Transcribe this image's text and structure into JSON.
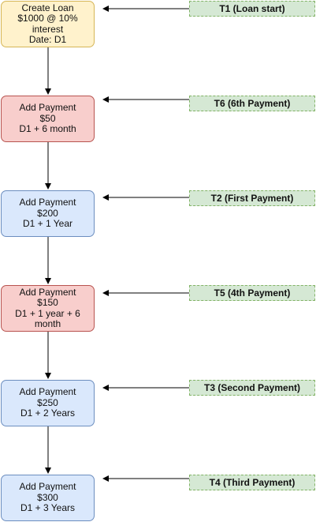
{
  "steps": [
    {
      "text": "Create Loan\n$1000 @ 10%\ninterest\nDate: D1",
      "color": "yellow"
    },
    {
      "text": "Add Payment\n$50\nD1 + 6 month",
      "color": "red"
    },
    {
      "text": "Add Payment\n$200\nD1 + 1 Year",
      "color": "blue"
    },
    {
      "text": "Add Payment\n$150\nD1 + 1 year + 6\nmonth",
      "color": "red"
    },
    {
      "text": "Add Payment\n$250\nD1 + 2 Years",
      "color": "blue"
    },
    {
      "text": "Add Payment\n$300\nD1 + 3 Years",
      "color": "blue"
    }
  ],
  "tags": [
    "T1 (Loan start)",
    "T6 (6th Payment)",
    "T2 (First Payment)",
    "T5 (4th Payment)",
    "T3 (Second Payment)",
    "T4 (Third Payment)"
  ],
  "colors": {
    "yellow_fill": "#fff2cc",
    "yellow_border": "#d6b656",
    "red_fill": "#f8cecc",
    "red_border": "#b85450",
    "blue_fill": "#dae8fc",
    "blue_border": "#6c8ebf",
    "tag_fill": "#d5e8d4",
    "tag_border": "#82b366"
  }
}
